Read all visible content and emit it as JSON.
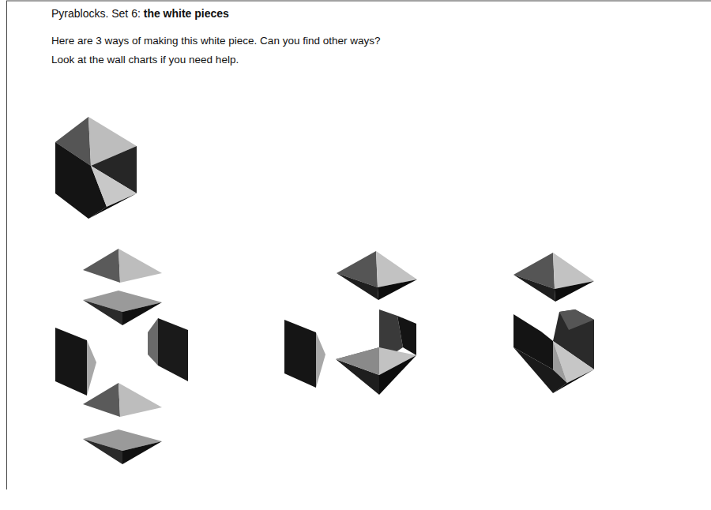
{
  "diagram": {
    "title": "Pyrablocks. Set 6: the white pieces",
    "labels": [
      "Here are 3 ways of making this white piece. Can you find other ways?",
      "Look at the wall charts if you need help."
    ]
  }
}
